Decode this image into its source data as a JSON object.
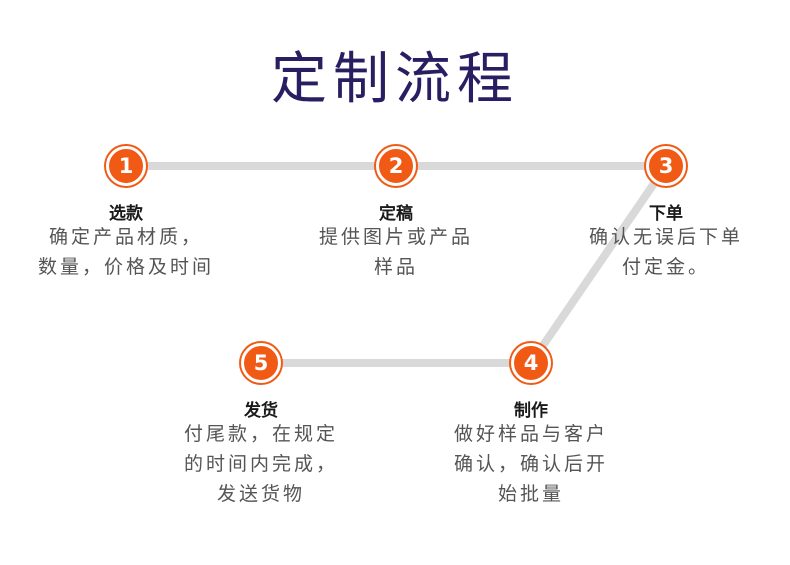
{
  "title": "定制流程",
  "colors": {
    "accent": "#f15a15",
    "title": "#2a1e63",
    "connector": "#d9d9d9"
  },
  "steps": [
    {
      "number": "1",
      "label": "选款",
      "desc_lines": [
        "确定产品材质，",
        "数量，价格及时间"
      ]
    },
    {
      "number": "2",
      "label": "定稿",
      "desc_lines": [
        "提供图片或产品",
        "样品"
      ]
    },
    {
      "number": "3",
      "label": "下单",
      "desc_lines": [
        "确认无误后下单",
        "付定金。"
      ]
    },
    {
      "number": "4",
      "label": "制作",
      "desc_lines": [
        "做好样品与客户",
        "确认，确认后开",
        "始批量"
      ]
    },
    {
      "number": "5",
      "label": "发货",
      "desc_lines": [
        "付尾款，在规定",
        "的时间内完成，",
        "发送货物"
      ]
    }
  ]
}
